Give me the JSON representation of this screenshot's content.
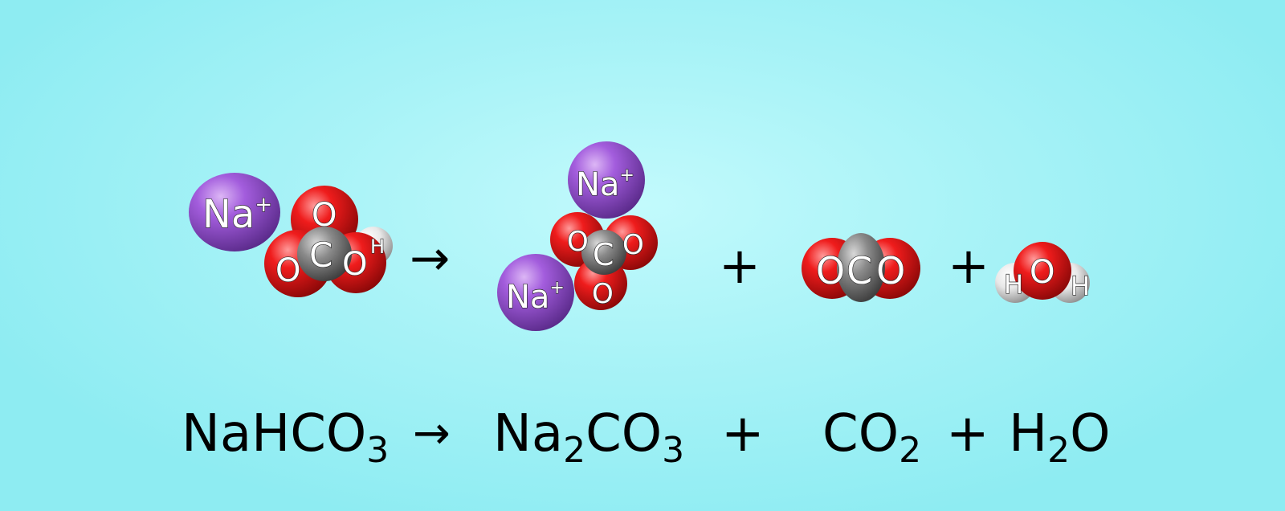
{
  "colors": {
    "sodium": "#9b52d6",
    "oxygen": "#e8161a",
    "carbon": "#8a8a8a",
    "hydrogen": "#e6e6e6",
    "background": "#a9f3f7"
  },
  "atom_labels": {
    "sodium": "Na",
    "sodium_charge": "+",
    "oxygen": "O",
    "carbon": "C",
    "hydrogen": "H"
  },
  "diagram_operators": {
    "arrow": "→",
    "plus": "+"
  },
  "equation": {
    "reactant": {
      "base": "NaHCO",
      "sub": "3"
    },
    "arrow": "→",
    "product1": {
      "a": "Na",
      "sub1": "2",
      "b": "CO",
      "sub2": "3"
    },
    "plus1": "+",
    "product2": {
      "base": "CO",
      "sub": "2"
    },
    "plus2": "+",
    "product3": {
      "a": "H",
      "sub": "2",
      "b": "O"
    }
  }
}
